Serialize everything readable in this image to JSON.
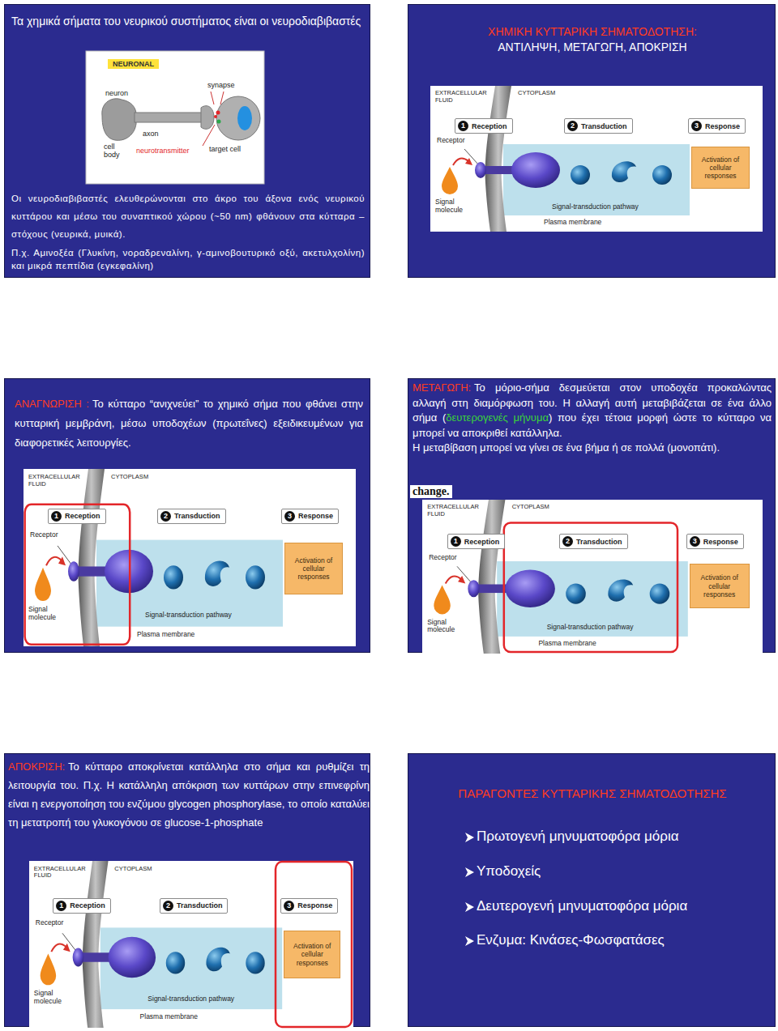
{
  "diagram": {
    "nodes": [
      {
        "text": [
          "Τα χημικά σήματα του νευρικού συστήματος είναι οι νευροδιαβιβαστές",
          "Οι νευροδιαβιβαστές ελευθερώνονται στο άκρο του άξονα ενός νευρικού κυττάρου και μέσω του συναπτικού χώρου (~50 nm) φθάνουν στα κύτταρα –στόχους (νευρικά, μυικά).",
          "Π.χ. Αμινοξέα (Γλυκίνη, νοραδρεναλίνη, γ-αμινοβουτυρικό οξύ, ακετυλχολίνη) και μικρά πεπτίδια (εγκεφαλίνη)"
        ]
      },
      {
        "text": [
          "NEURONAL"
        ],
        "in": 0
      },
      {
        "text": [
          "ΧΗΜΙΚΗ ΚΥΤΤΑΡΙΚΗ ΣΗΜΑΤΟΔΟΤΗΣΗ:",
          "ΑΝΤΙΛΗΨΗ, ΜΕΤΑΓΩΓΗ, ΑΠΟΚΡΙΣΗ"
        ]
      },
      {
        "text": [
          "1",
          "Reception"
        ],
        "in": 2
      },
      {
        "text": [
          "2",
          "Transduction"
        ],
        "in": 2
      },
      {
        "text": [
          "3",
          "Response"
        ],
        "in": 2
      },
      {
        "text": [
          "Activation of cellular responses"
        ],
        "in": 2
      },
      {
        "text": [
          "ΑΝΑΓΝΩΡΙΣΗ :",
          "Το κύτταρο “ανιχνεύει” το χημικό σήμα που φθάνει στην κυτταρική μεμβράνη, μέσω υποδοχέων (πρωτεΐνες) εξειδικευμένων για διαφορετικές λειτουργίες."
        ]
      },
      {
        "text": [
          "1",
          "Reception"
        ],
        "in": 7
      },
      {
        "text": [
          "2",
          "Transduction"
        ],
        "in": 7
      },
      {
        "text": [
          "3",
          "Response"
        ],
        "in": 7
      },
      {
        "text": [
          "Activation of cellular responses"
        ],
        "in": 7
      },
      {
        "text": [
          "ΜΕΤΑΓΩΓΗ:",
          "Το μόριο-σήμα δεσμεύεται στον υποδοχέα προκαλώντας αλλαγή στη διαμόρφωση του. Η αλλαγή αυτή μεταβιβάζεται σε ένα άλλο σήμα (",
          "δευτερογενές μήνυμα",
          ") που έχει τέτοια μορφή ώστε το κύτταρο να μπορεί να αποκριθεί κατάλληλα.",
          "Η μεταβίβαση μπορεί να γίνει σε ένα βήμα ή σε πολλά (μονοπάτι)."
        ]
      },
      {
        "text": [
          "1",
          "Reception"
        ],
        "in": 12
      },
      {
        "text": [
          "2",
          "Transduction"
        ],
        "in": 12
      },
      {
        "text": [
          "3",
          "Response"
        ],
        "in": 12
      },
      {
        "text": [
          "Activation of cellular responses"
        ],
        "in": 12
      },
      {
        "text": [
          "ΑΠΟΚΡΙΣΗ:",
          "Το κύτταρο αποκρίνεται κατάλληλα στο σήμα και ρυθμίζει τη λειτουργία του. Π.χ. Η κατάλληλη απόκριση των κυττάρων στην επινεφρίνη είναι η ενεργοποίηση του ενζύμου glycogen phosphorylase, το οποίο καταλύει τη μετατροπή του γλυκογόνου σε glucose-1-phosphate"
        ]
      },
      {
        "text": [
          "1",
          "Reception"
        ],
        "in": 17
      },
      {
        "text": [
          "2",
          "Transduction"
        ],
        "in": 17
      },
      {
        "text": [
          "3",
          "Response"
        ],
        "in": 17
      },
      {
        "text": [
          "Activation of cellular responses"
        ],
        "in": 17
      },
      {
        "text": [
          "ΠΑΡΑΓΟΝΤΕΣ ΚΥΤΤΑΡΙΚΗΣ ΣΗΜΑΤΟΔΟΤΗΣΗΣ",
          "Πρωτογενή μηνυματοφόρα μόρια",
          "Υποδοχείς",
          "Δευτερογενή μηνυματοφόρα μόρια",
          "Ενζυμα: Κινάσες-Φωσφατάσες"
        ]
      }
    ],
    "labels": [
      "neuron",
      "synapse",
      "axon",
      "cell body",
      "neurotransmitter",
      "target cell",
      "EXTRACELLULAR FLUID",
      "CYTOPLASM",
      "Receptor",
      "Signal molecule",
      "Plasma membrane",
      "Signal-transduction pathway",
      "EXTRACELLULAR FLUID",
      "CYTOPLASM",
      "Receptor",
      "Signal molecule",
      "Plasma membrane",
      "Signal-transduction pathway",
      "EXTRACELLULAR FLUID",
      "CYTOPLASM",
      "Receptor",
      "Signal molecule",
      "Plasma membrane",
      "Signal-transduction pathway",
      "EXTRACELLULAR FLUID",
      "CYTOPLASM",
      "Receptor",
      "Signal molecule",
      "Plasma membrane",
      "Signal-transduction pathway",
      "change."
    ]
  }
}
